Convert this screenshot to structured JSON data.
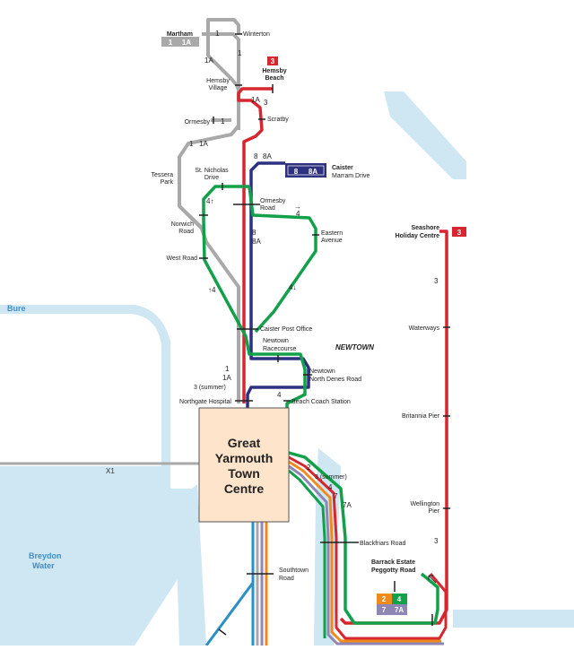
{
  "colors": {
    "water": "#cfe6f3",
    "water_label": "#3d8fc9",
    "grey_route": "#a9a9a9",
    "red_route": "#d7262f",
    "navy_route": "#2e3180",
    "green_route": "#13a04a",
    "orange_route": "#f08a1c",
    "purple_route": "#8e86b5",
    "blue_route": "#2a8fc5",
    "town_fill": "#fde4cb"
  },
  "water_labels": {
    "bure": "Bure",
    "breydon": "Breydon",
    "breydon2": "Water"
  },
  "area_labels": {
    "newtown": "NEWTOWN"
  },
  "town_centre": {
    "line1": "Great",
    "line2": "Yarmouth",
    "line3": "Town",
    "line4": "Centre"
  },
  "badges": {
    "martham": {
      "a": "1",
      "b": "1A"
    },
    "hemsby_beach": "3",
    "caister": {
      "a": "8",
      "b": "8A"
    },
    "seashore": "3",
    "barrack": {
      "a": "2",
      "b": "4",
      "c": "7",
      "d": "7A"
    }
  },
  "stops": {
    "martham": "Martham",
    "winterton": "Winterton",
    "hemsby_village_1": "Hemsby",
    "hemsby_village_2": "Village",
    "hemsby_beach_1": "Hemsby",
    "hemsby_beach_2": "Beach",
    "ormesby": "Ormesby",
    "scratby": "Scratby",
    "tessera_park_1": "Tessera",
    "tessera_park_2": "Park",
    "st_nicholas_1": "St. Nicholas",
    "st_nicholas_2": "Drive",
    "caister_1": "Caister",
    "caister_2": "Marram Drive",
    "ormesby_road_1": "Ormesby",
    "ormesby_road_2": "Road",
    "norwich_road_1": "Norwich",
    "norwich_road_2": "Road",
    "eastern_avenue_1": "Eastern",
    "eastern_avenue_2": "Avenue",
    "west_road": "West Road",
    "caister_post_office": "Caister Post Office",
    "newtown_racecourse_1": "Newtown",
    "newtown_racecourse_2": "Racecourse",
    "newtown_north_denes_1": "Newtown",
    "newtown_north_denes_2": "North Denes Road",
    "beach_coach_station": "Beach Coach Station",
    "northgate_hospital": "Northgate Hospital",
    "seashore_1": "Seashore",
    "seashore_2": "Holiday Centre",
    "waterways": "Waterways",
    "britannia_pier": "Britannia Pier",
    "wellington_pier_1": "Wellington",
    "wellington_pier_2": "Pier",
    "blackfriars_road": "Blackfriars Road",
    "barrack_estate_1": "Barrack Estate",
    "barrack_estate_2": "Peggotty Road",
    "southtown_road_1": "Southtown",
    "southtown_road_2": "Road"
  },
  "route_labels": {
    "r1_top": "1",
    "r1_vert": "1",
    "r1a_left": "1A",
    "r1_ormesby": "1",
    "r1a_3_scratby_a": "1A",
    "r1a_3_scratby_b": "3",
    "r1_1a_tessera_a": "1",
    "r1_1a_tessera_b": "1A",
    "r8_8a_a": "8",
    "r8_8a_b": "8A",
    "r4_up": "4↑",
    "r4_right": "4",
    "r4_arrow": "→",
    "r8_vert_a": "8",
    "r8_vert_b": "8A",
    "r4_left_up": "↑4",
    "r4_right_down": "4↓",
    "r_north_1": "1",
    "r_north_1a": "1A",
    "r_north_3": "3 (summer)",
    "r4_coach": "4",
    "r3_east": "3",
    "r3_east2": "3",
    "x1": "X1",
    "r2": "2",
    "r3_summer": "3 (summer)",
    "r4_se": "4",
    "r7": "7",
    "r7a": "7A"
  }
}
